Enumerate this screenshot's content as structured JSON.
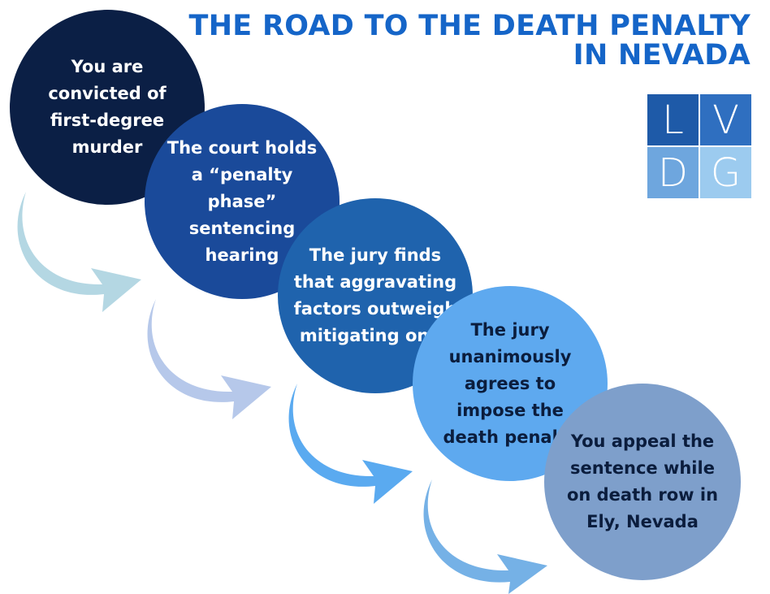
{
  "title": {
    "line1": "THE ROAD TO THE DEATH PENALTY",
    "line2": "IN NEVADA"
  },
  "logo": {
    "letters": [
      "L",
      "V",
      "D",
      "G"
    ],
    "colors": [
      "#1e5aa8",
      "#2f6fc0",
      "#6ea6de",
      "#9ccbef"
    ]
  },
  "steps": [
    {
      "text": "You are convicted of first-degree murder",
      "color": "#0b1f45",
      "text_color": "#ffffff"
    },
    {
      "text": "The court holds a “penalty phase” sentencing hearing",
      "color": "#1a4a9a",
      "text_color": "#ffffff"
    },
    {
      "text": "The jury finds that aggravating factors outweigh mitigating ones",
      "color": "#1f63ad",
      "text_color": "#ffffff"
    },
    {
      "text": "The jury unanimously agrees to impose the death penalty",
      "color": "#5ea9ef",
      "text_color": "#0b1d3d"
    },
    {
      "text": "You appeal the sentence while on death row in Ely, Nevada",
      "color": "#7e9fcb",
      "text_color": "#0b1d3d"
    }
  ],
  "arrow_colors": [
    "#b4d7e3",
    "#b6c8ea",
    "#5aaaf0",
    "#75b1e6"
  ]
}
